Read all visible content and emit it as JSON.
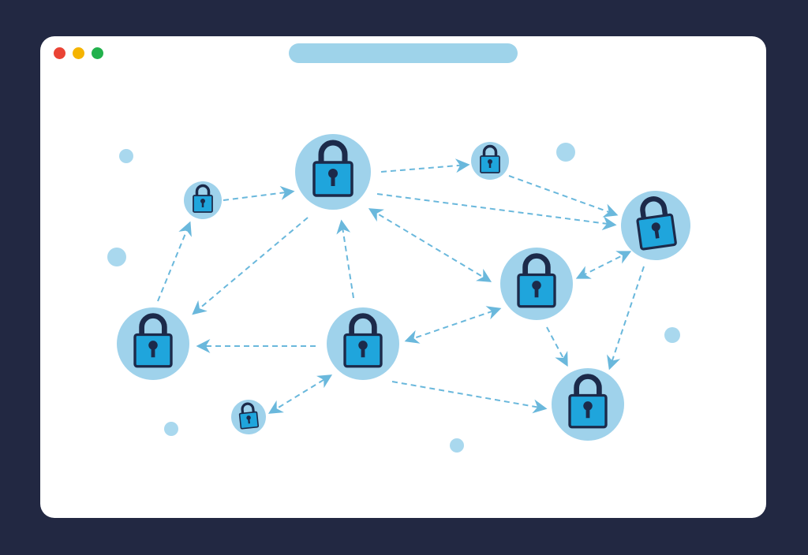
{
  "window": {
    "controls": [
      {
        "name": "close",
        "color": "#ea4335"
      },
      {
        "name": "minimize",
        "color": "#f5b400"
      },
      {
        "name": "maximize",
        "color": "#22b14c"
      }
    ],
    "address_bar_color": "#9ed3ea"
  },
  "colors": {
    "background": "#222842",
    "node_fill": "#9fd2eb",
    "lock_body": "#1fa5dc",
    "lock_outline": "#1c2a4a",
    "edge": "#6ab8dc",
    "scatter_dot": "#a9d8ee"
  },
  "icons": [
    "padlock-icon",
    "dashed-arrow"
  ]
}
